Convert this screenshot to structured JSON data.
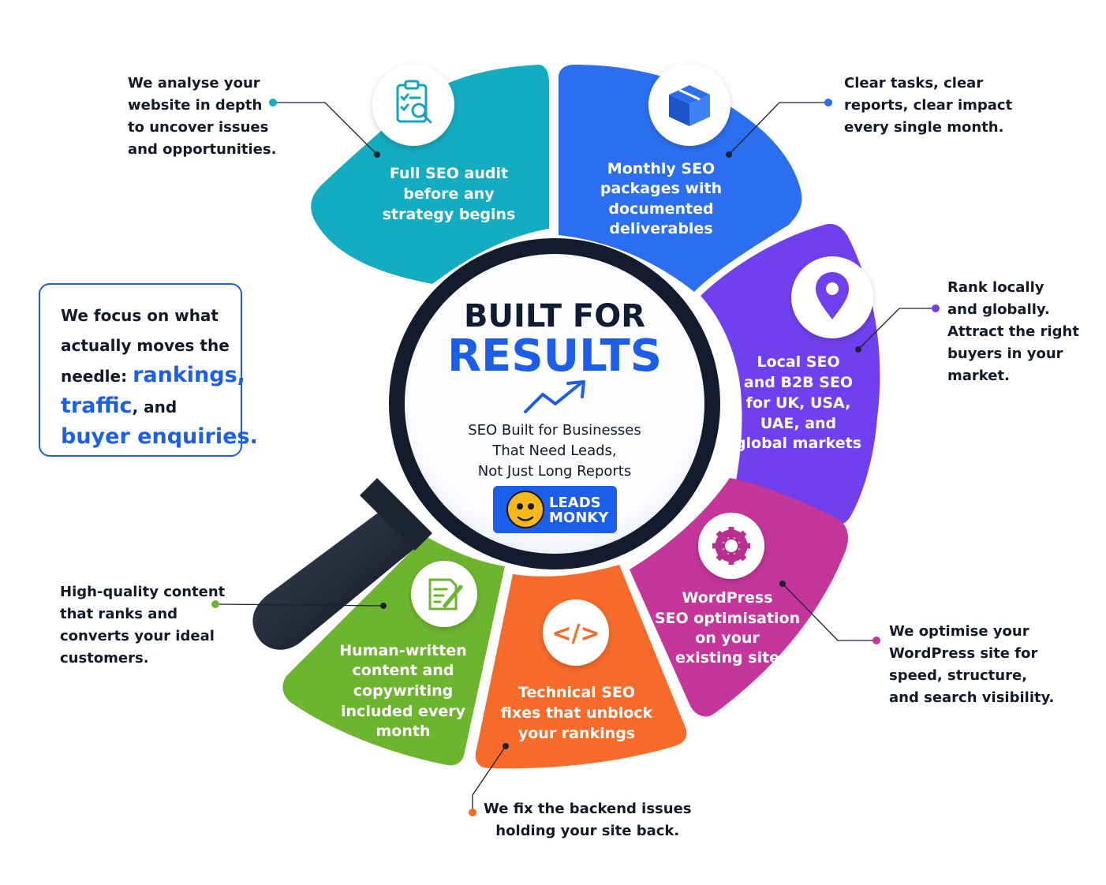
{
  "title": {
    "line1": "BUILT FOR",
    "line2": "RESULTS",
    "subtitle": [
      "SEO Built for Businesses",
      "That Need Leads,",
      "Not Just Long Reports"
    ]
  },
  "brand": {
    "line1": "LEADS",
    "line2": "MONKY",
    "color": "#1d5ee8"
  },
  "focus_box": {
    "lines": [
      {
        "parts": [
          {
            "text": "We focus on what"
          }
        ]
      },
      {
        "parts": [
          {
            "text": "actually moves the"
          }
        ]
      },
      {
        "parts": [
          {
            "text": "needle: "
          },
          {
            "text": "rankings,",
            "hl": true
          }
        ]
      },
      {
        "parts": [
          {
            "text": "traffic",
            "hl": true
          },
          {
            "text": ", and"
          }
        ]
      },
      {
        "parts": [
          {
            "text": "buyer enquiries.",
            "hl": true
          }
        ]
      }
    ],
    "accent": "#1d5ee8"
  },
  "segments": [
    {
      "id": "audit",
      "color": "#13acc1",
      "icon": "clipboard-search-icon",
      "lines": [
        "Full SEO audit",
        "before any",
        "strategy begins"
      ],
      "callout": [
        "We analyse your",
        "website in depth",
        "to uncover issues",
        "and opportunities."
      ]
    },
    {
      "id": "monthly",
      "color": "#2b6ff0",
      "icon": "package-box-icon",
      "lines": [
        "Monthly SEO",
        "packages with",
        "documented",
        "deliverables"
      ],
      "callout": [
        "Clear tasks, clear",
        "reports, clear impact",
        "every single month."
      ]
    },
    {
      "id": "local",
      "color": "#7040ee",
      "icon": "map-pin-icon",
      "lines": [
        "Local SEO",
        "and B2B SEO",
        "for UK, USA,",
        "UAE, and",
        "global markets"
      ],
      "callout": [
        "Rank locally",
        "and globally.",
        "Attract the right",
        "buyers in your",
        "market."
      ]
    },
    {
      "id": "wordpress",
      "color": "#c4369a",
      "icon": "gear-icon",
      "lines": [
        "WordPress",
        "SEO optimisation",
        "on your",
        "existing site"
      ],
      "callout": [
        "We optimise your",
        "WordPress site for",
        "speed, structure,",
        "and search visibility."
      ]
    },
    {
      "id": "technical",
      "color": "#f76b2a",
      "icon": "code-brackets-icon",
      "glyph": "</>",
      "lines": [
        "Technical SEO",
        "fixes that unblock",
        "your rankings"
      ],
      "callout": [
        "We fix the backend issues",
        "holding your site back."
      ]
    },
    {
      "id": "content",
      "color": "#6eb52f",
      "icon": "document-pen-icon",
      "lines": [
        "Human-written",
        "content and",
        "copywriting",
        "included every",
        "month"
      ],
      "callout": [
        "High-quality content",
        "that ranks and",
        "converts your ideal",
        "customers."
      ]
    }
  ]
}
